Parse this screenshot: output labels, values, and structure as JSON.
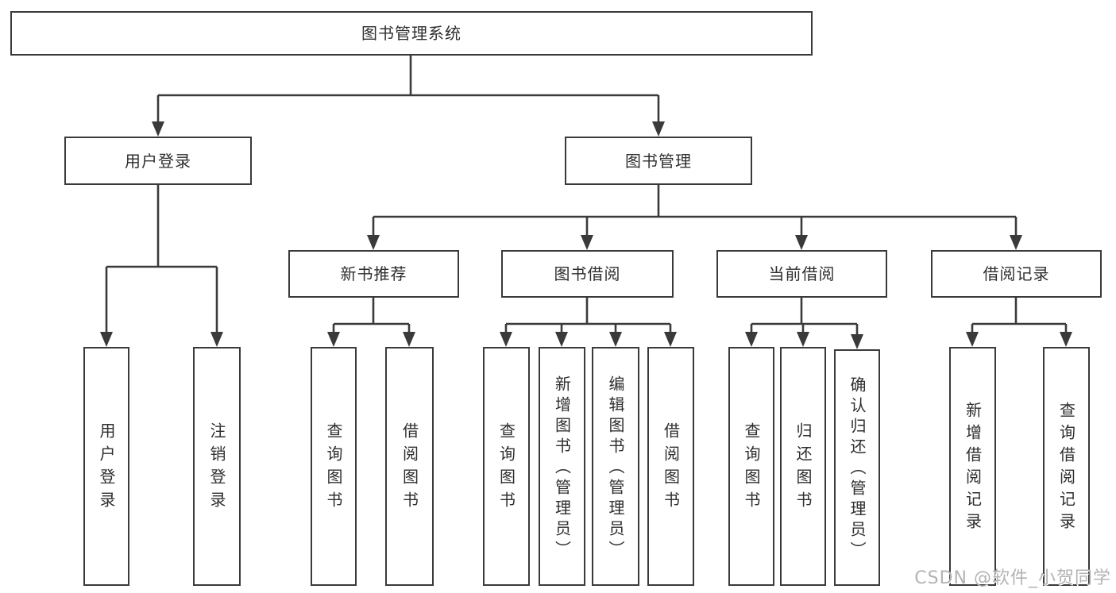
{
  "tree": {
    "root": {
      "label": "图书管理系统"
    },
    "children": [
      {
        "label": "用户登录",
        "children": [
          {
            "label": "用户登录"
          },
          {
            "label": "注销登录"
          }
        ]
      },
      {
        "label": "图书管理",
        "children": [
          {
            "label": "新书推荐",
            "children": [
              {
                "label": "查询图书"
              },
              {
                "label": "借阅图书"
              }
            ]
          },
          {
            "label": "图书借阅",
            "children": [
              {
                "label": "查询图书"
              },
              {
                "label": "新增图书（管理员）"
              },
              {
                "label": "编辑图书（管理员）"
              },
              {
                "label": "借阅图书"
              }
            ]
          },
          {
            "label": "当前借阅",
            "children": [
              {
                "label": "查询图书"
              },
              {
                "label": "归还图书"
              },
              {
                "label": "确认归还（管理员）"
              }
            ]
          },
          {
            "label": "借阅记录",
            "children": [
              {
                "label": "新增借阅记录"
              },
              {
                "label": "查询借阅记录"
              }
            ]
          }
        ]
      }
    ]
  },
  "watermark": "CSDN @软件_小贺同学",
  "colors": {
    "line": "#3a3a3a",
    "box_border": "#3a3a3a",
    "box_fill": "#ffffff",
    "text": "#2e2e2e",
    "watermark": "#b3b3b3",
    "background": "#ffffff"
  }
}
